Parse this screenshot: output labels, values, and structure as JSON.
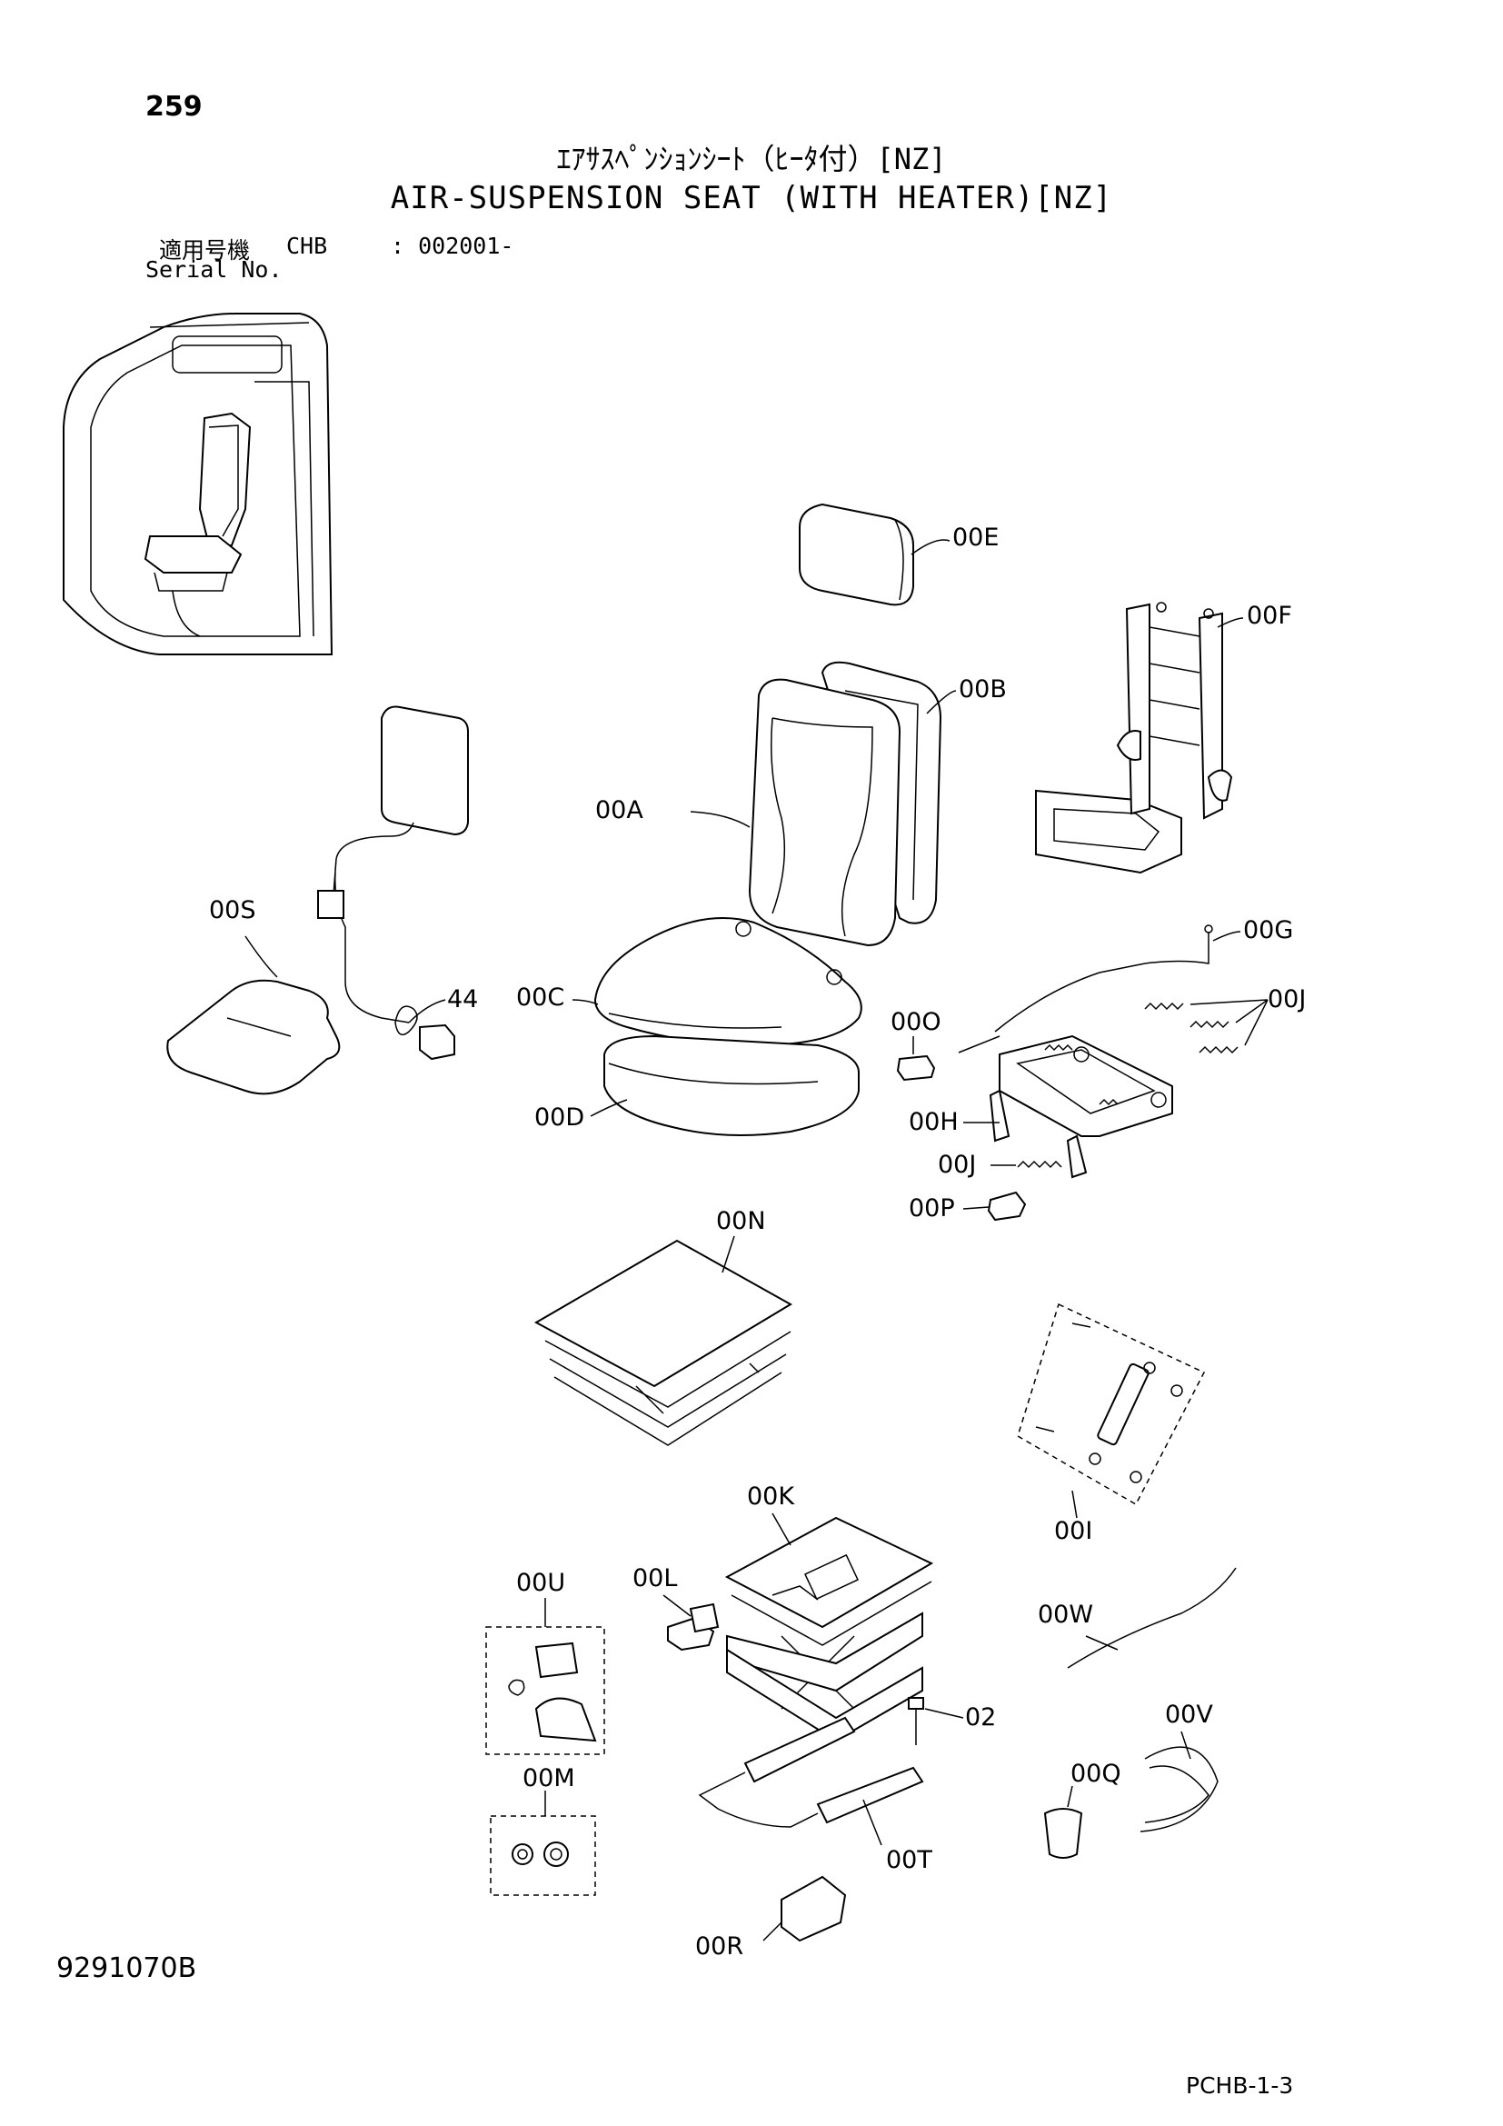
{
  "page_number": "259",
  "title_jp": "ｴｱｻｽﾍﾟﾝｼｮﾝｼｰﾄ（ﾋｰﾀ付）[NZ]",
  "title_en": "AIR-SUSPENSION SEAT (WITH HEATER)[NZ]",
  "serial": {
    "label_jp": "適用号機",
    "model": "CHB",
    "range": ": 002001-",
    "label_en": "Serial No."
  },
  "callouts": {
    "00E": "00E",
    "00F": "00F",
    "00B": "00B",
    "00A": "00A",
    "00S": "00S",
    "44": "44",
    "00C": "00C",
    "00G": "00G",
    "00J_top": "00J",
    "00O": "00O",
    "00D": "00D",
    "00H": "00H",
    "00J_bottom": "00J",
    "00P": "00P",
    "00N": "00N",
    "00I": "00I",
    "00K": "00K",
    "00U": "00U",
    "00L": "00L",
    "00W": "00W",
    "02": "02",
    "00V": "00V",
    "00M": "00M",
    "00Q": "00Q",
    "00T": "00T",
    "00R": "00R"
  },
  "drawing_number": "9291070B",
  "page_code": "PCHB-1-3"
}
